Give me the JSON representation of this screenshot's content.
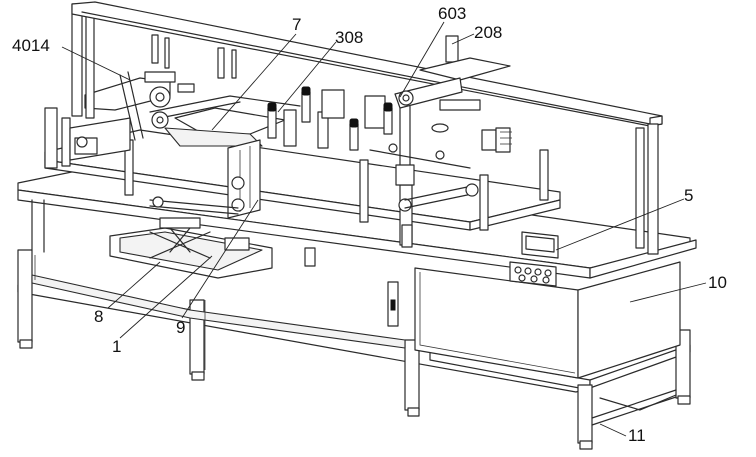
{
  "callouts": [
    {
      "id": "4014",
      "text": "4014"
    },
    {
      "id": "7",
      "text": "7"
    },
    {
      "id": "308",
      "text": "308"
    },
    {
      "id": "603",
      "text": "603"
    },
    {
      "id": "208",
      "text": "208"
    },
    {
      "id": "5",
      "text": "5"
    },
    {
      "id": "10",
      "text": "10"
    },
    {
      "id": "8",
      "text": "8"
    },
    {
      "id": "1",
      "text": "1"
    },
    {
      "id": "9",
      "text": "9"
    },
    {
      "id": "11",
      "text": "11"
    }
  ]
}
